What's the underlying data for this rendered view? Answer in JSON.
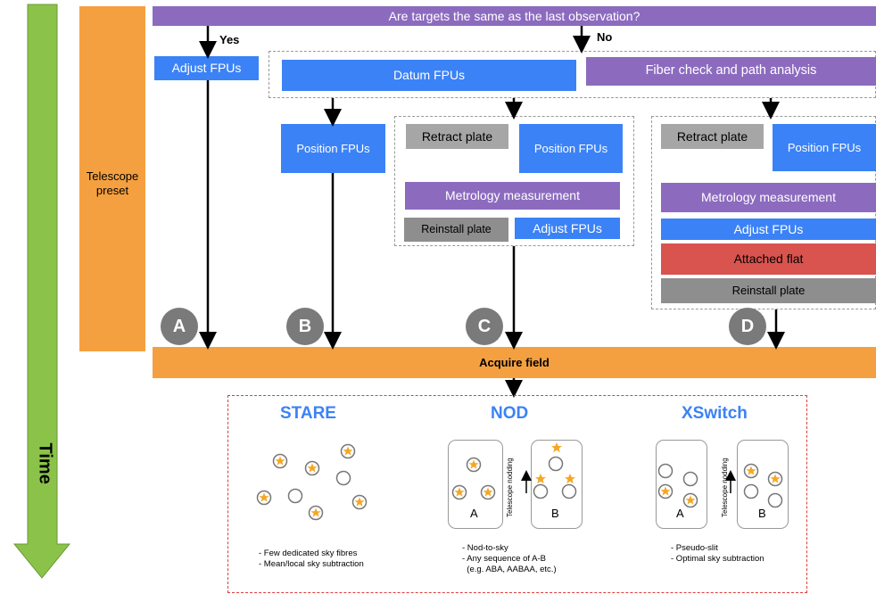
{
  "time_label": "Time",
  "telescope_preset": "Telescope\npreset",
  "question": "Are targets the same as the last observation?",
  "yes_label": "Yes",
  "no_label": "No",
  "adjust_fpus": "Adjust FPUs",
  "datum_fpus": "Datum FPUs",
  "fiber_check": "Fiber check and path analysis",
  "position_fpus": "Position FPUs",
  "retract_plate": "Retract plate",
  "metrology": "Metrology measurement",
  "reinstall_plate": "Reinstall plate",
  "attached_flat": "Attached flat",
  "acquire_field": "Acquire field",
  "paths": [
    "A",
    "B",
    "C",
    "D"
  ],
  "modes": {
    "stare": {
      "title": "STARE",
      "notes": "- Few dedicated sky fibres\n- Mean/local sky subtraction"
    },
    "nod": {
      "title": "NOD",
      "notes": "- Nod-to-sky\n- Any sequence of A-B\n  (e.g. ABA, AABAA, etc.)",
      "panel_a": "A",
      "panel_b": "B",
      "nodding": "Telescope nodding"
    },
    "xswitch": {
      "title": "XSwitch",
      "notes": "- Pseudo-slit\n- Optimal sky subtraction",
      "panel_a": "A",
      "panel_b": "B",
      "nodding": "Telescope nodding"
    }
  },
  "colors": {
    "blue": "#3b82f6",
    "purple": "#8c6bbf",
    "orange": "#f5a040",
    "green": "#8bc34a",
    "red": "#d9534f"
  }
}
